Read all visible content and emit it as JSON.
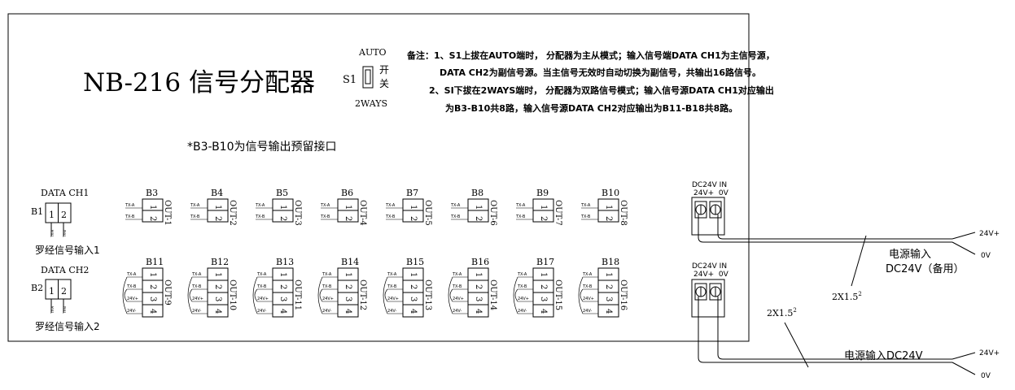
{
  "title": "NB-216 信号分配器",
  "switch": {
    "name": "S1",
    "top": "AUTO",
    "bottom": "2WAYS",
    "kai": "开",
    "guan": "关"
  },
  "notes": [
    "备注：1、S1上拔在AUTO端时，  分配器为主从模式；输入信号端DATA CH1为主信号源，",
    "DATA CH2为副信号源。当主信号无效时自动切换为副信号，共输出16路信号。",
    "2、SI下拔在2WAYS端时，  分配器为双路信号模式；输入信号源DATA CH1对应输出",
    "为B3-B10共8路，输入信号源DATA CH2对应输出为B11-B18共8路。"
  ],
  "reserved_note": "*B3-B10为信号输出预留接口",
  "inputs": [
    {
      "id": "B1",
      "head": "DATA CH1",
      "caption": "罗经信号输入1"
    },
    {
      "id": "B2",
      "head": "DATA CH2",
      "caption": "罗经信号输入2"
    }
  ],
  "input_pins": [
    "1",
    "2"
  ],
  "input_side_labels": [
    "TX-A",
    "TX-B"
  ],
  "top_outputs": [
    {
      "name": "B3",
      "out": "OUT-1"
    },
    {
      "name": "B4",
      "out": "OUT-2"
    },
    {
      "name": "B5",
      "out": "OUT-3"
    },
    {
      "name": "B6",
      "out": "OUT-4"
    },
    {
      "name": "B7",
      "out": "OUT-5"
    },
    {
      "name": "B8",
      "out": "OUT-6"
    },
    {
      "name": "B9",
      "out": "OUT-7"
    },
    {
      "name": "B10",
      "out": "OUT-8"
    }
  ],
  "bottom_outputs": [
    {
      "name": "B11",
      "out": "OUT-9"
    },
    {
      "name": "B12",
      "out": "OUT-10"
    },
    {
      "name": "B13",
      "out": "OUT-11"
    },
    {
      "name": "B14",
      "out": "OUT-12"
    },
    {
      "name": "B15",
      "out": "OUT-13"
    },
    {
      "name": "B16",
      "out": "OUT-14"
    },
    {
      "name": "B17",
      "out": "OUT-15"
    },
    {
      "name": "B18",
      "out": "OUT-16"
    }
  ],
  "pin_labels_2": [
    "TX-A",
    "TX-B"
  ],
  "pin_labels_4": [
    "TX-A",
    "TX-B",
    "24V+",
    "24V-"
  ],
  "pins_2": [
    "1",
    "2"
  ],
  "pins_4": [
    "1",
    "2",
    "3",
    "4"
  ],
  "power_terminals": [
    {
      "head": "DC24V IN",
      "sub": "24V+  0V"
    },
    {
      "head": "DC24V IN",
      "sub": "24V+  0V"
    }
  ],
  "power_inputs": [
    {
      "label": "电源输入",
      "label2": "DC24V（备用）",
      "cable": "2X1.5",
      "sup": "2",
      "plus": "24V+",
      "zero": "0V"
    },
    {
      "label": "电源输入DC24V",
      "label2": "",
      "cable": "2X1.5",
      "sup": "2",
      "plus": "24V+",
      "zero": "0V"
    }
  ]
}
